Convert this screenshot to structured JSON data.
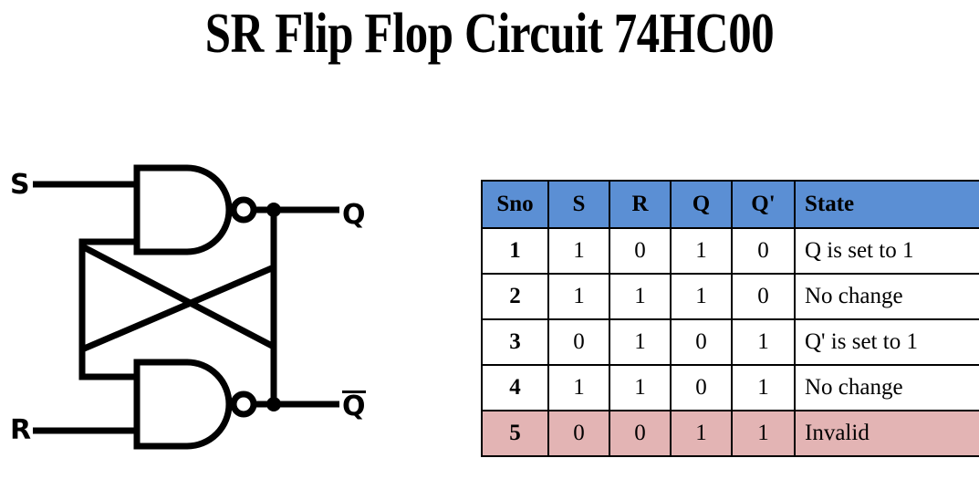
{
  "page": {
    "title": "SR Flip Flop Circuit 74HC00",
    "background": "#ffffff"
  },
  "circuit": {
    "name": "sr-flip-flop-nand-cross-coupled",
    "gate_type": "NAND",
    "gates": [
      {
        "id": "nand-top",
        "label": "NAND gate 1",
        "output": "Q"
      },
      {
        "id": "nand-bottom",
        "label": "NAND gate 2",
        "output": "Q'"
      }
    ],
    "labels": {
      "set_input": "S",
      "reset_input": "R",
      "q_output": "Q",
      "qbar_output": "Q",
      "qbar_has_overbar": true
    }
  },
  "table": {
    "name": "truth-table",
    "header_bg": "#5B8FD4",
    "invalid_row_bg": "#E3B4B4",
    "border_color": "#000000",
    "columns": [
      "Sno",
      "S",
      "R",
      "Q",
      "Q'",
      "State"
    ],
    "rows": [
      {
        "sno": "1",
        "s": "1",
        "r": "0",
        "q": "1",
        "qp": "0",
        "state": "Q is set to 1",
        "invalid": false
      },
      {
        "sno": "2",
        "s": "1",
        "r": "1",
        "q": "1",
        "qp": "0",
        "state": "No change",
        "invalid": false
      },
      {
        "sno": "3",
        "s": "0",
        "r": "1",
        "q": "0",
        "qp": "1",
        "state": "Q' is set to 1",
        "invalid": false
      },
      {
        "sno": "4",
        "s": "1",
        "r": "1",
        "q": "0",
        "qp": "1",
        "state": "No change",
        "invalid": false
      },
      {
        "sno": "5",
        "s": "0",
        "r": "0",
        "q": "1",
        "qp": "1",
        "state": "Invalid",
        "invalid": true
      }
    ]
  }
}
